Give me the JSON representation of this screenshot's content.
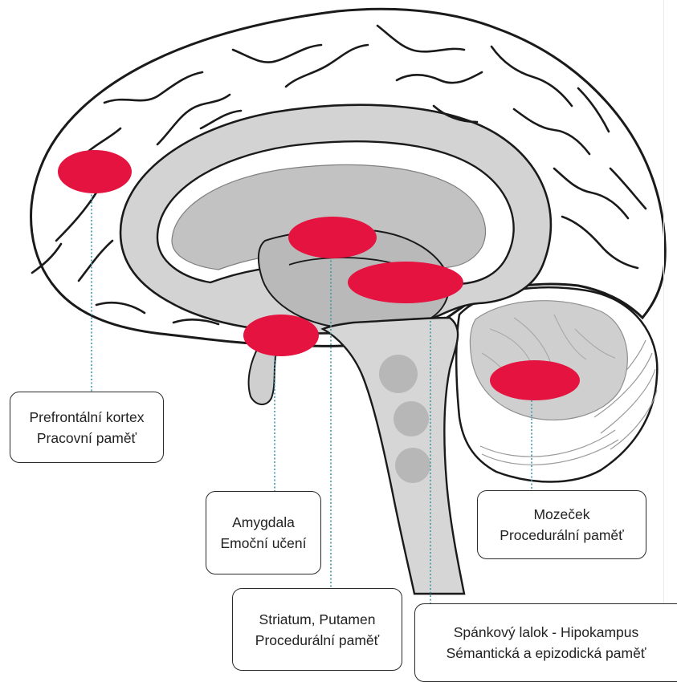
{
  "colors": {
    "highlight": "#e4133f",
    "leader_line": "#3a9aa8",
    "brain_outline": "#1a1a1a",
    "cortex_fill": "#ffffff",
    "inner_fill": "#cfcfcf",
    "deep_fill": "#b7b7b7"
  },
  "regions": [
    {
      "id": "prefrontal",
      "label_line1": "Prefrontální kortex",
      "label_line2": "Pracovní paměť"
    },
    {
      "id": "amygdala",
      "label_line1": "Amygdala",
      "label_line2": "Emoční učení"
    },
    {
      "id": "striatum",
      "label_line1": "Striatum, Putamen",
      "label_line2": "Procedurální paměť"
    },
    {
      "id": "cerebellum",
      "label_line1": "Mozeček",
      "label_line2": "Procedurální paměť"
    },
    {
      "id": "temporal",
      "label_line1": "Spánkový lalok - Hipokampus",
      "label_line2": "Sémantická a epizodická paměť"
    }
  ]
}
